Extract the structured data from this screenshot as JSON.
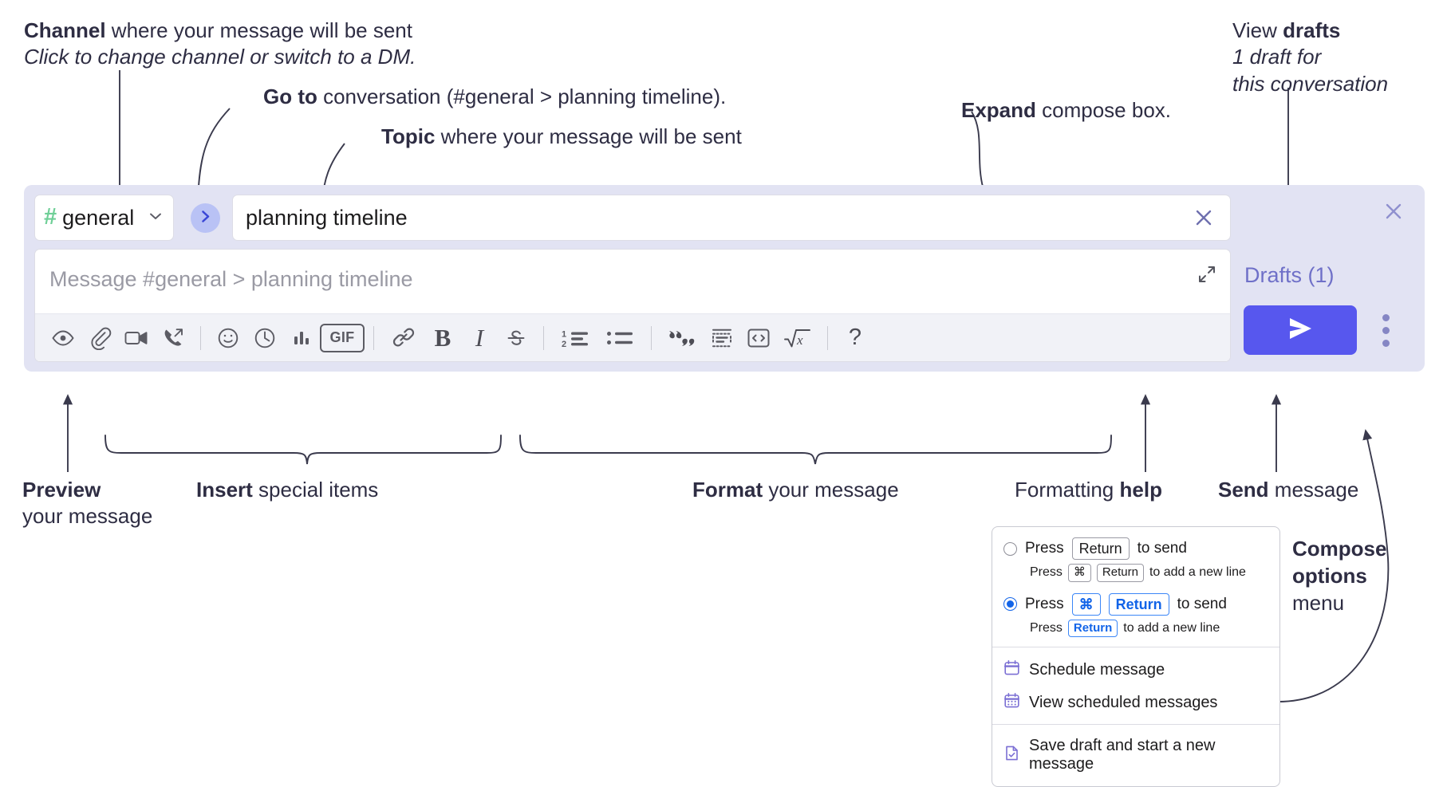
{
  "annotations": {
    "channel": {
      "bold": "Channel",
      "rest": " where your message will be sent",
      "italic": "Click to change channel or switch to a DM."
    },
    "goto": {
      "bold": "Go to",
      "rest": " conversation (#general > planning timeline)."
    },
    "topic": {
      "bold": "Topic",
      "rest": " where your message will be sent"
    },
    "expand": {
      "bold": "Expand",
      "rest": " compose box."
    },
    "drafts": {
      "plain": "View ",
      "bold": "drafts",
      "italic_1": "1 draft for",
      "italic_2": "this conversation"
    },
    "preview": {
      "bold": "Preview",
      "rest": "your message"
    },
    "insert": {
      "bold": "Insert",
      "rest": " special items"
    },
    "format": {
      "bold": "Format",
      "rest": " your message"
    },
    "help": {
      "plain": "Formatting ",
      "bold": "help"
    },
    "send": {
      "bold": "Send",
      "rest": " message"
    },
    "compose_options": {
      "bold_1": "Compose",
      "bold_2": "options",
      "plain": "menu"
    }
  },
  "compose": {
    "channel": {
      "hash": "#",
      "name": "general",
      "chevron_icon": "chevron-down-icon"
    },
    "goto_icon": "chevron-right-icon",
    "topic": {
      "value": "planning timeline",
      "clear_icon": "close-icon"
    },
    "message": {
      "placeholder": "Message #general > planning timeline",
      "value": ""
    },
    "expand_icon": "expand-icon",
    "panel_close_icon": "close-icon",
    "drafts_label": "Drafts (1)",
    "send_icon": "send-icon",
    "kebab_icon": "more-vertical-icon",
    "toolbar": [
      {
        "name": "preview-icon",
        "label": "Preview"
      },
      {
        "name": "attachment-icon",
        "label": "Attach file"
      },
      {
        "name": "video-icon",
        "label": "Record video clip"
      },
      {
        "name": "audio-call-icon",
        "label": "Record audio clip"
      },
      {
        "name": "separator",
        "label": ""
      },
      {
        "name": "emoji-icon",
        "label": "Emoji"
      },
      {
        "name": "schedule-clock-icon",
        "label": "Schedule"
      },
      {
        "name": "poll-icon",
        "label": "Poll"
      },
      {
        "name": "gif-icon",
        "label": "GIF"
      },
      {
        "name": "separator",
        "label": ""
      },
      {
        "name": "link-icon",
        "label": "Link"
      },
      {
        "name": "bold-icon",
        "label": "Bold"
      },
      {
        "name": "italic-icon",
        "label": "Italic"
      },
      {
        "name": "strikethrough-icon",
        "label": "Strikethrough"
      },
      {
        "name": "separator",
        "label": ""
      },
      {
        "name": "ordered-list-icon",
        "label": "Ordered list"
      },
      {
        "name": "bulleted-list-icon",
        "label": "Bulleted list"
      },
      {
        "name": "separator",
        "label": ""
      },
      {
        "name": "blockquote-icon",
        "label": "Blockquote"
      },
      {
        "name": "code-block-icon",
        "label": "Code block"
      },
      {
        "name": "inline-code-icon",
        "label": "Code"
      },
      {
        "name": "math-icon",
        "label": "Math"
      },
      {
        "name": "separator",
        "label": ""
      },
      {
        "name": "help-icon",
        "label": "Formatting help"
      }
    ],
    "gif_label": "GIF"
  },
  "options_menu": {
    "radio_1": {
      "selected": false,
      "press": "Press",
      "key": "Return",
      "suffix": "to send",
      "sub_press": "Press",
      "sub_key_1": "⌘",
      "sub_key_2": "Return",
      "sub_suffix": "to add a new line"
    },
    "radio_2": {
      "selected": true,
      "press": "Press",
      "key_1": "⌘",
      "key_2": "Return",
      "suffix": "to send",
      "sub_press": "Press",
      "sub_key": "Return",
      "sub_suffix": "to add a new line"
    },
    "items": [
      {
        "icon": "calendar-schedule-icon",
        "label": "Schedule message"
      },
      {
        "icon": "calendar-grid-icon",
        "label": "View scheduled messages"
      },
      {
        "icon": "save-draft-icon",
        "label": "Save draft and start a new message"
      }
    ]
  },
  "colors": {
    "panel_bg": "#e2e3f3",
    "send_purple": "#5757ee",
    "accent_blue": "#1264e8",
    "drafts_text": "#6f70c8",
    "hash_green": "#6fcf97",
    "text_dark": "#2e2d43"
  }
}
